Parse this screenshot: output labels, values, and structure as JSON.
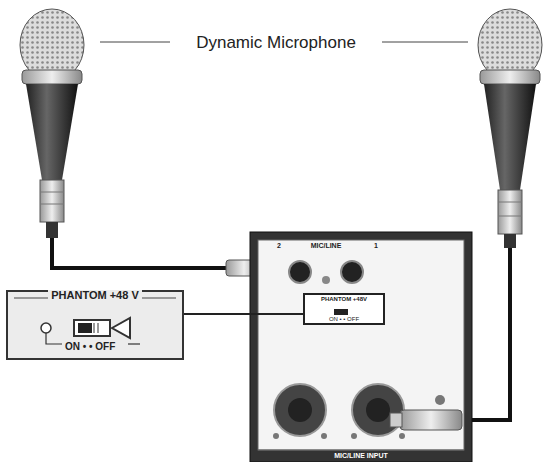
{
  "diagram": {
    "nodes": [
      {
        "text": [
          "PHANTOM +48 V",
          "ON • • OFF"
        ]
      }
    ],
    "labels": [
      "Dynamic Microphone",
      "2",
      "MIC/LINE",
      "1",
      "PHANTOM +48V",
      "ON • • OFF",
      "MIC/LINE INPUT"
    ]
  }
}
